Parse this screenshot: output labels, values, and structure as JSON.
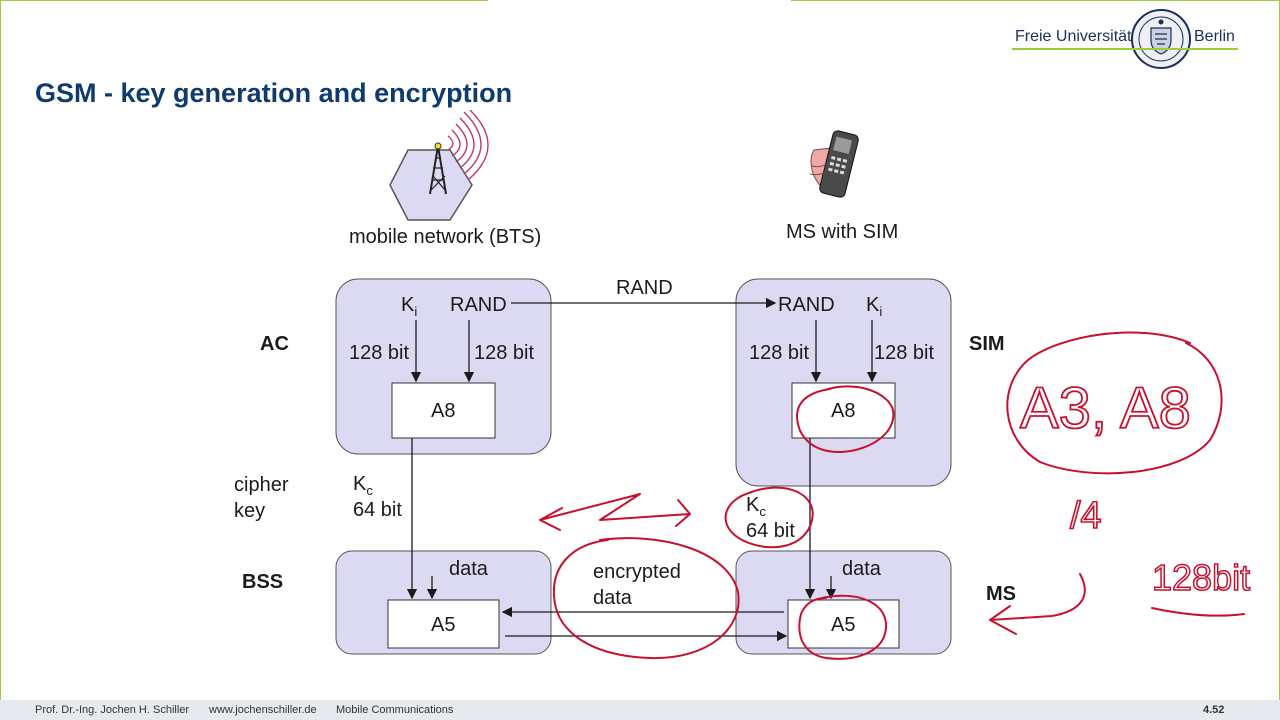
{
  "header": {
    "logo": {
      "left": "Freie Universität",
      "right": "Berlin"
    },
    "title": "GSM - key generation and encryption"
  },
  "network": {
    "bts_label": "mobile network (BTS)",
    "ms_label": "MS with SIM"
  },
  "diagram": {
    "side_labels": {
      "ac": "AC",
      "sim": "SIM",
      "bss": "BSS",
      "ms": "MS"
    },
    "ac_box": {
      "ki": "K",
      "ki_sub": "i",
      "rand": "RAND",
      "bits_left": "128 bit",
      "bits_right": "128 bit",
      "algorithm": "A8"
    },
    "sim_box": {
      "rand": "RAND",
      "ki": "K",
      "ki_sub": "i",
      "bits_left": "128 bit",
      "bits_right": "128 bit",
      "algorithm": "A8"
    },
    "rand_transfer": "RAND",
    "cipher_key_label": "cipher\nkey",
    "kc_left": {
      "k": "K",
      "sub": "c",
      "bits": "64 bit"
    },
    "kc_right": {
      "k": "K",
      "sub": "c",
      "bits": "64 bit"
    },
    "bss_box": {
      "data": "data",
      "algorithm": "A5"
    },
    "ms_box": {
      "data": "data",
      "algorithm": "A5"
    },
    "encrypted_data": "encrypted\ndata"
  },
  "annotations": {
    "algorithms_note": "A3, A8",
    "quarter_note": "/4",
    "bits_note": "128bit"
  },
  "colors": {
    "box_fill": "#dcd9f3",
    "title": "#0e3a6d",
    "annotation": "#c8102e",
    "frame": "#9ccc3c"
  },
  "footer": {
    "author": "Prof. Dr.-Ing. Jochen H. Schiller",
    "website": "www.jochenschiller.de",
    "course": "Mobile Communications",
    "page": "4.52"
  }
}
